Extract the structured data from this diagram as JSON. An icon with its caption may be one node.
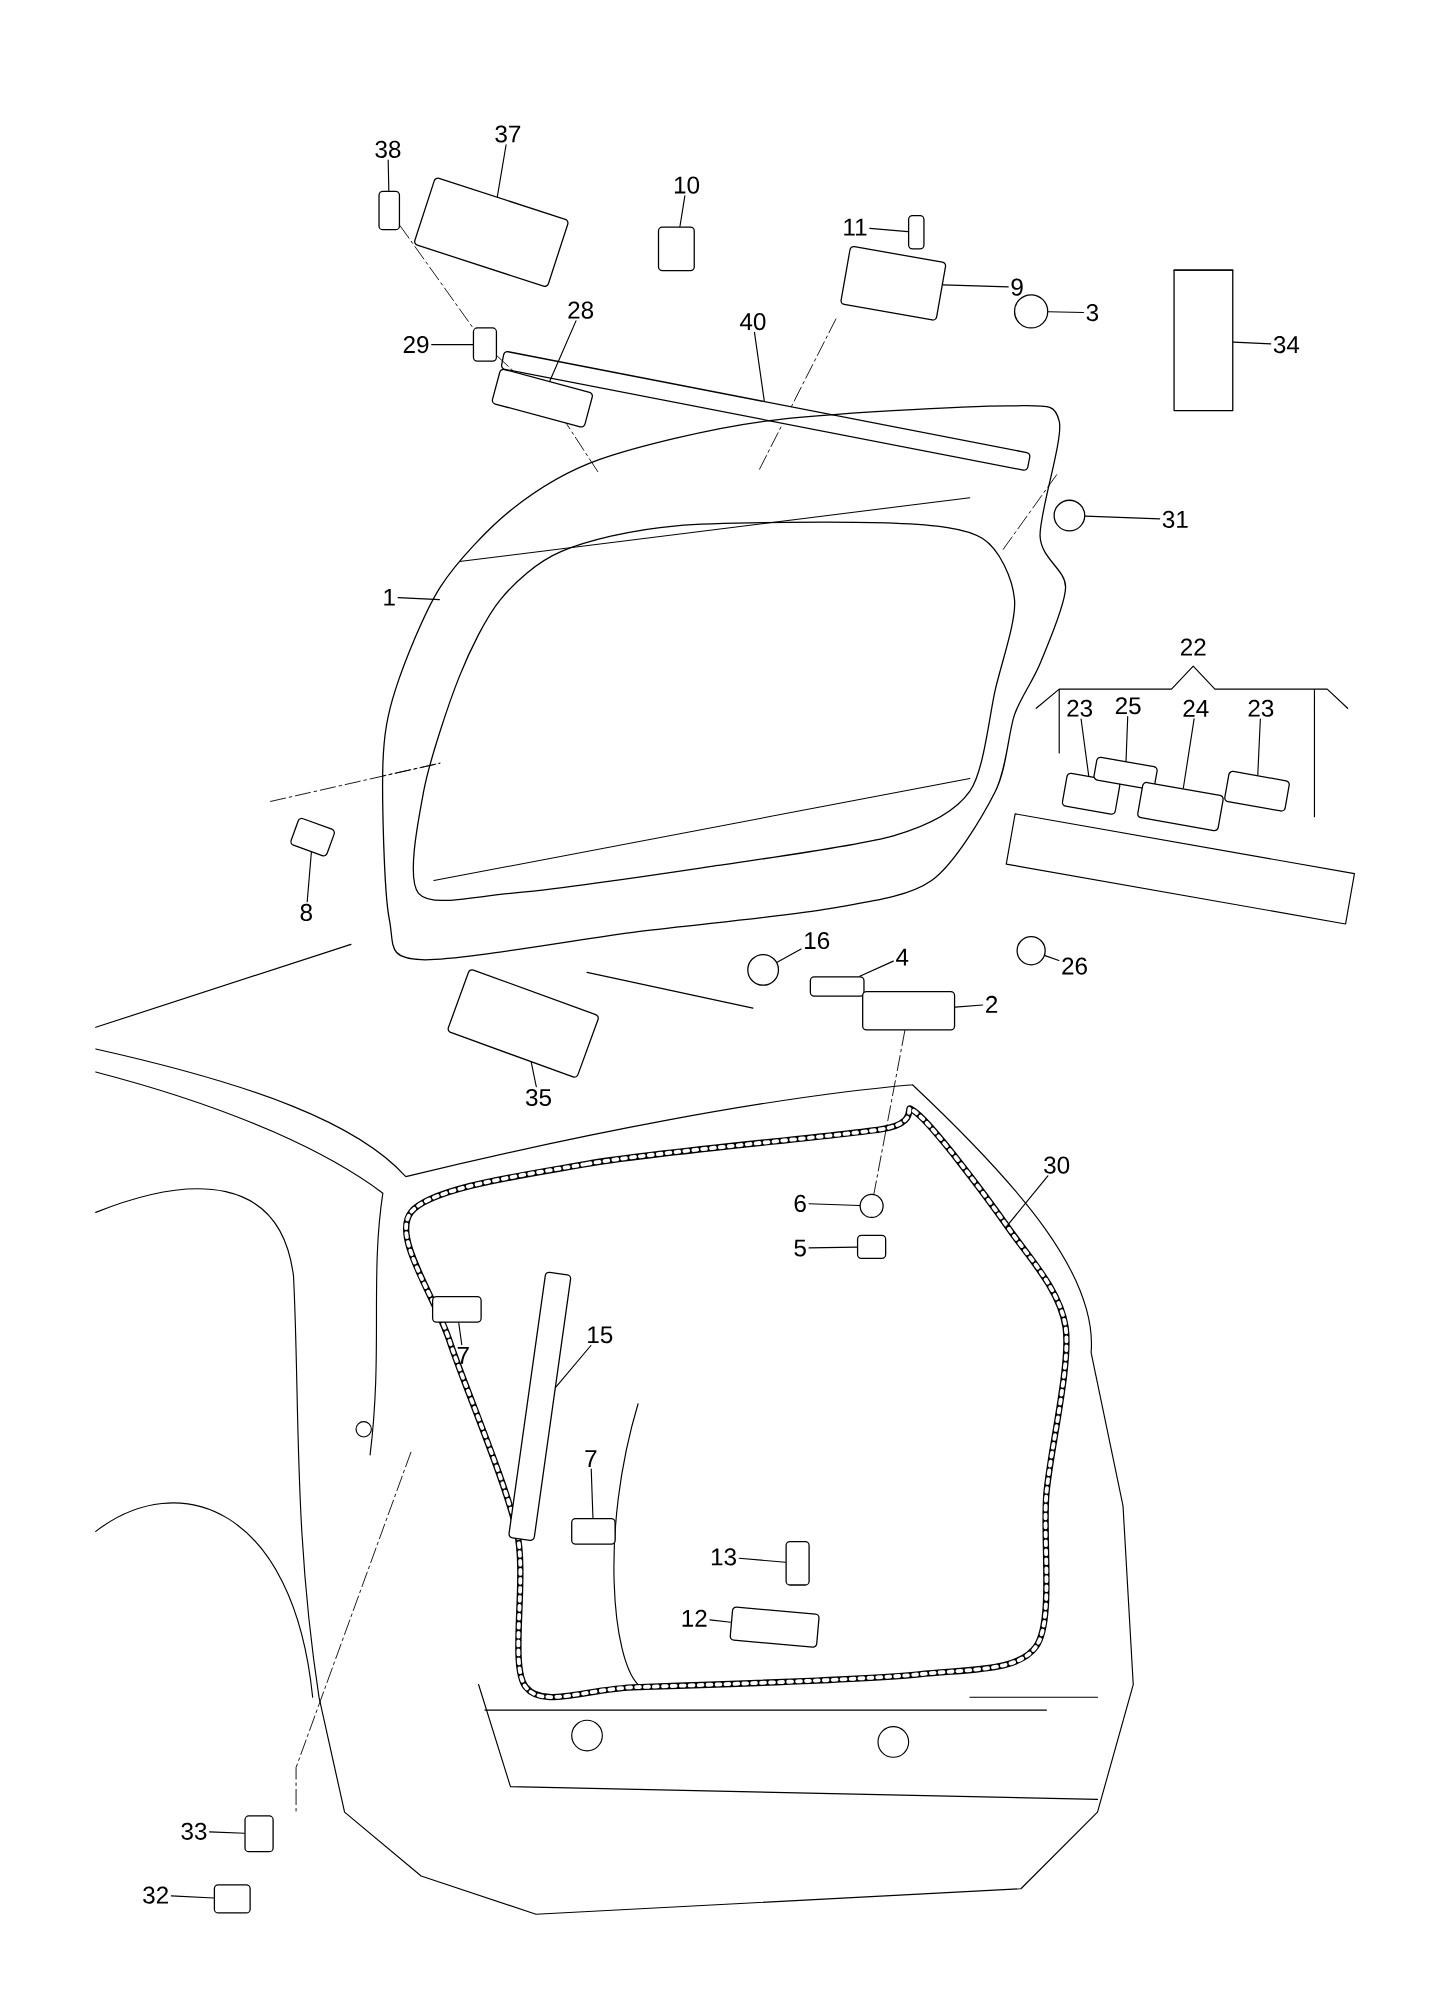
{
  "diagram": {
    "nodes": [
      {
        "text": [
          "38"
        ]
      },
      {
        "text": [],
        "shape": "box"
      },
      {
        "text": [
          "37"
        ]
      },
      {
        "text": [],
        "shape": "box"
      },
      {
        "text": [
          "10"
        ]
      },
      {
        "text": [],
        "shape": "box"
      },
      {
        "text": [
          "11"
        ]
      },
      {
        "text": [],
        "shape": "box"
      },
      {
        "text": [
          "9"
        ]
      },
      {
        "text": [],
        "shape": "box"
      },
      {
        "text": [
          "3"
        ]
      },
      {
        "text": [],
        "shape": "circle"
      },
      {
        "text": [
          "34"
        ]
      },
      {
        "text": [],
        "shape": "cylinder"
      },
      {
        "text": [
          "29"
        ]
      },
      {
        "text": [],
        "shape": "box"
      },
      {
        "text": [
          "28"
        ]
      },
      {
        "text": [],
        "shape": "box"
      },
      {
        "text": [
          "40"
        ]
      },
      {
        "text": [],
        "shape": "box"
      },
      {
        "text": [
          "31"
        ]
      },
      {
        "text": [],
        "shape": "circle"
      },
      {
        "text": [
          "1"
        ]
      },
      {
        "text": [],
        "shape": "picture"
      },
      {
        "text": [
          "23"
        ]
      },
      {
        "text": [],
        "shape": "box"
      },
      {
        "text": [
          "25"
        ]
      },
      {
        "text": [],
        "shape": "box"
      },
      {
        "text": [
          "24"
        ]
      },
      {
        "text": [],
        "shape": "box"
      },
      {
        "text": [
          "23"
        ]
      },
      {
        "text": [],
        "shape": "box"
      },
      {
        "text": [
          "8"
        ]
      },
      {
        "text": [],
        "shape": "box"
      },
      {
        "text": [
          "16"
        ]
      },
      {
        "text": [],
        "shape": "circle"
      },
      {
        "text": [
          "4"
        ]
      },
      {
        "text": [],
        "shape": "box"
      },
      {
        "text": [
          "2"
        ]
      },
      {
        "text": [],
        "shape": "box"
      },
      {
        "text": [
          "26"
        ]
      },
      {
        "text": [],
        "shape": "circle"
      },
      {
        "text": [
          "35"
        ]
      },
      {
        "text": [],
        "shape": "box"
      },
      {
        "text": [
          "30"
        ]
      },
      {
        "text": [
          "6"
        ]
      },
      {
        "text": [],
        "shape": "circle"
      },
      {
        "text": [
          "5"
        ]
      },
      {
        "text": [],
        "shape": "box"
      },
      {
        "text": [
          "7"
        ]
      },
      {
        "text": [],
        "shape": "box"
      },
      {
        "text": [
          "15"
        ]
      },
      {
        "text": [],
        "shape": "box"
      },
      {
        "text": [
          "7"
        ]
      },
      {
        "text": [],
        "shape": "box"
      },
      {
        "text": [
          "13"
        ]
      },
      {
        "text": [],
        "shape": "box"
      },
      {
        "text": [
          "12"
        ]
      },
      {
        "text": [],
        "shape": "box"
      },
      {
        "text": [
          "33"
        ]
      },
      {
        "text": [],
        "shape": "box"
      },
      {
        "text": [
          "32"
        ]
      },
      {
        "text": [],
        "shape": "box"
      }
    ],
    "edges": [
      {
        "from": 0,
        "to": 1,
        "arrow": "none"
      },
      {
        "from": 2,
        "to": 3,
        "arrow": "none"
      },
      {
        "from": 4,
        "to": 5,
        "arrow": "none"
      },
      {
        "from": 6,
        "to": 7,
        "arrow": "none"
      },
      {
        "from": 8,
        "to": 9,
        "arrow": "none"
      },
      {
        "from": 10,
        "to": 11,
        "arrow": "none"
      },
      {
        "from": 12,
        "to": 13,
        "arrow": "none"
      },
      {
        "from": 14,
        "to": 15,
        "arrow": "none"
      },
      {
        "from": 16,
        "to": 17,
        "arrow": "none"
      },
      {
        "from": 18,
        "to": 19,
        "arrow": "none"
      },
      {
        "from": 20,
        "to": 21,
        "arrow": "none"
      },
      {
        "from": 22,
        "to": 23,
        "arrow": "none"
      },
      {
        "from": 24,
        "to": 25,
        "arrow": "none"
      },
      {
        "from": 26,
        "to": 27,
        "arrow": "none"
      },
      {
        "from": 28,
        "to": 29,
        "arrow": "none"
      },
      {
        "from": 30,
        "to": 31,
        "arrow": "none"
      },
      {
        "from": 32,
        "to": 33,
        "arrow": "none"
      },
      {
        "from": 34,
        "to": 35,
        "arrow": "none"
      },
      {
        "from": 36,
        "to": 37,
        "arrow": "none"
      },
      {
        "from": 38,
        "to": 39,
        "arrow": "none"
      },
      {
        "from": 40,
        "to": 41,
        "arrow": "none"
      },
      {
        "from": 42,
        "to": 43,
        "arrow": "none"
      },
      {
        "from": 44,
        "to": null,
        "arrow": "none"
      },
      {
        "from": 45,
        "to": 46,
        "arrow": "none"
      },
      {
        "from": 47,
        "to": 48,
        "arrow": "none"
      },
      {
        "from": 49,
        "to": 50,
        "arrow": "none"
      },
      {
        "from": 51,
        "to": 52,
        "arrow": "none"
      },
      {
        "from": 53,
        "to": 54,
        "arrow": "none"
      },
      {
        "from": 55,
        "to": 56,
        "arrow": "none"
      },
      {
        "from": 57,
        "to": 58,
        "arrow": "none"
      },
      {
        "from": 59,
        "to": 60,
        "arrow": "none"
      },
      {
        "from": 61,
        "to": 62,
        "arrow": "none"
      },
      {
        "from": 1,
        "to": 15,
        "arrow": "none",
        "style": "dashed"
      },
      {
        "from": 15,
        "to": 17,
        "arrow": "none",
        "style": "dashed"
      },
      {
        "from": 39,
        "to": 46,
        "arrow": "none",
        "style": "dashed"
      }
    ],
    "labels": [
      "22"
    ]
  }
}
